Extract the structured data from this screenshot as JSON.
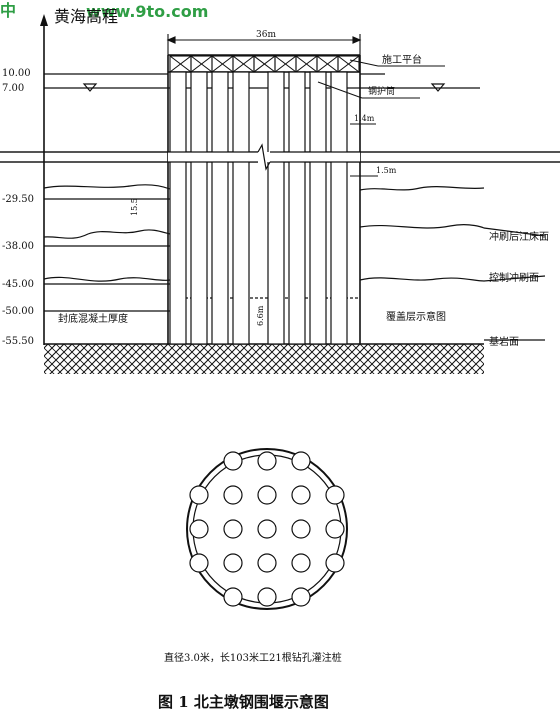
{
  "watermark": {
    "site": "中",
    "url": "www.9to.com"
  },
  "diagram": {
    "datum_label": "黄海高程",
    "width_dim": "36m",
    "dim_a": "1.4m",
    "dim_b": "1.5m",
    "side_dim": "15.5",
    "mid_dim": "6.6m",
    "elevations": [
      "10.00",
      "7.00",
      "-29.50",
      "-38.00",
      "-45.00",
      "-50.00",
      "-55.50"
    ],
    "labels": {
      "platform": "施工平台",
      "casing": "钢护筒",
      "scoured_bed": "冲刷后江床面",
      "control_scour": "控制冲刷面",
      "bedrock": "基岩面",
      "seal_concrete": "封底混凝土厚度",
      "overburden": "覆盖层示意图"
    }
  },
  "pile_caption": "直径3.0米，长103米工21根钻孔灌注桩",
  "figure_caption": "图 1   北主墩钢围堰示意图",
  "colors": {
    "line": "#111111",
    "watermark": "#2f9e45"
  }
}
